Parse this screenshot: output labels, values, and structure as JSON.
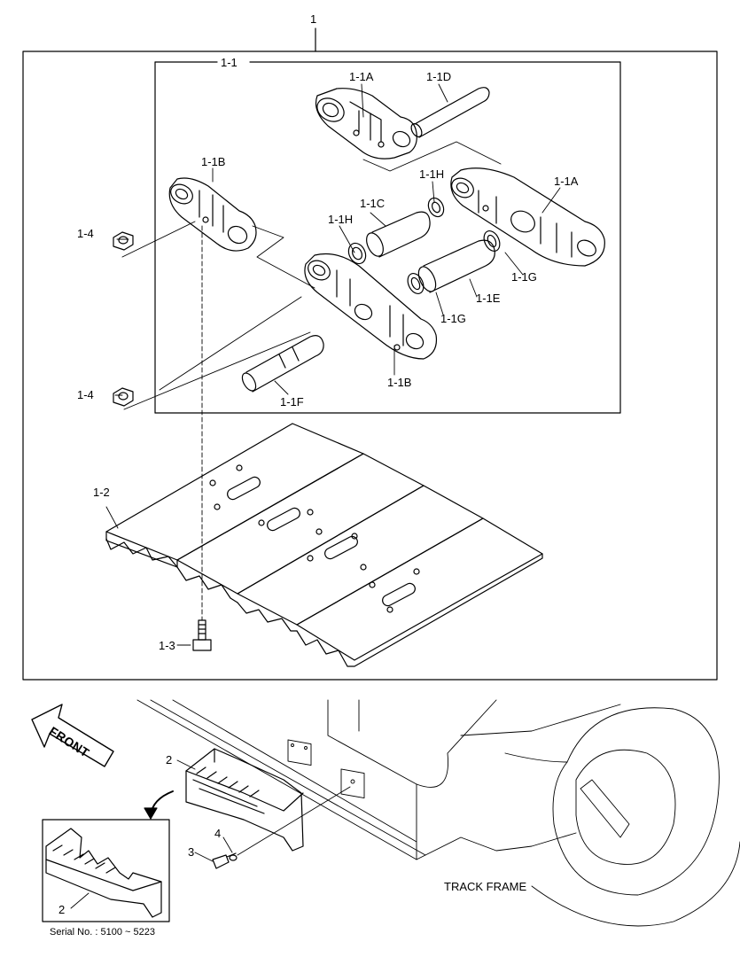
{
  "callouts": {
    "c1": "1",
    "c1_1": "1-1",
    "c1_1A_top": "1-1A",
    "c1_1D": "1-1D",
    "c1_1B_top": "1-1B",
    "c1_1H_top": "1-1H",
    "c1_1A_right": "1-1A",
    "c1_1C": "1-1C",
    "c1_1H_left": "1-1H",
    "c1_4_top": "1-4",
    "c1_1G_right": "1-1G",
    "c1_1E": "1-1E",
    "c1_1G_mid": "1-1G",
    "c1_4_bottom": "1-4",
    "c1_1B_bottom": "1-1B",
    "c1_1F": "1-1F",
    "c1_2": "1-2",
    "c1_3": "1-3",
    "c2_main": "2",
    "c4": "4",
    "c3": "3",
    "c2_inset": "2"
  },
  "front_label": "FRONT",
  "track_frame_label": "TRACK FRAME",
  "serial_label": "Serial No. : 5100 ~ 5223"
}
